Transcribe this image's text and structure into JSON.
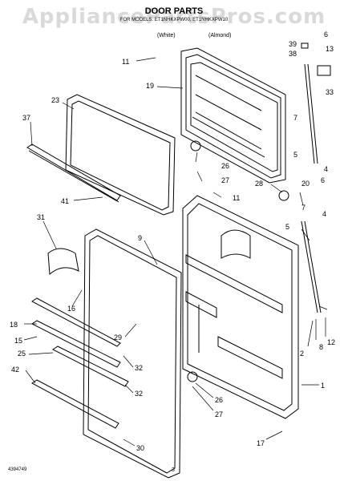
{
  "watermark": "AppliancePartsPros.com",
  "header": {
    "title": "DOOR PARTS",
    "subtitle": "FOR MODELS: ET1NHKXPW00, ET1NHKXPW10",
    "color_white": "(White)",
    "color_almond": "(Almond)"
  },
  "footer": {
    "doc_number": "4394749",
    "page_number": "3"
  },
  "callouts": {
    "c1": "1",
    "c2": "2",
    "c4a": "4",
    "c4b": "4",
    "c5": "5",
    "c6a": "6",
    "c6b": "6",
    "c7a": "7",
    "c7b": "7",
    "c8": "8",
    "c9": "9",
    "c11a": "11",
    "c11b": "11",
    "c12": "12",
    "c13": "13",
    "c15": "15",
    "c16": "16",
    "c17": "17",
    "c18": "18",
    "c19": "19",
    "c20": "20",
    "c23": "23",
    "c25": "25",
    "c26a": "26",
    "c26b": "26",
    "c27a": "27",
    "c27b": "27",
    "c28": "28",
    "c29": "29",
    "c30": "30",
    "c31": "31",
    "c32a": "32",
    "c32b": "32",
    "c33": "33",
    "c37": "37",
    "c38": "38",
    "c39": "39",
    "c41": "41",
    "c42": "42"
  }
}
